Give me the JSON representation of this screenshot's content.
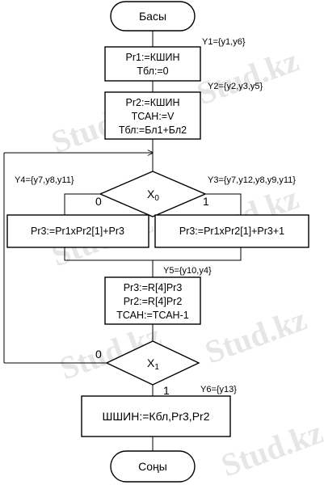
{
  "flowchart": {
    "start": "Басы",
    "end": "Соңы",
    "block1": [
      "Pr1:=КШИН",
      "Тбл:=0"
    ],
    "block2": [
      "Pr2:=КШИН",
      "ТСАН:=V",
      "Тбл:=Бл1+Бл2"
    ],
    "decision1": {
      "label": "X",
      "subscript": "0",
      "left_branch": "0",
      "right_branch": "1"
    },
    "left_process": "Pr3:=Pr1xPr2[1]+Pr3",
    "right_process": "Pr3:=Pr1xPr2[1]+Pr3+1",
    "block3": [
      "Pr3:=R[4]Pr3",
      "Pr2:=R[4]Pr2",
      "ТСАН:=ТСАН-1"
    ],
    "decision2": {
      "label": "X",
      "subscript": "1",
      "left_branch": "0",
      "bottom_branch": "1"
    },
    "final_block": "ШШИН:=Кбл,Pr3,Pr2"
  },
  "signal_labels": {
    "y1": "Y1={y1,y6}",
    "y2": "Y2={y2,y3,y5}",
    "y4": "Y4={y7,y8,y11}",
    "y3": "Y3={y7,y12,y8,y9,y11}",
    "y5": "Y5={y10,y4}",
    "y6": "Y6={y13}"
  },
  "watermark": "Stud.kz"
}
